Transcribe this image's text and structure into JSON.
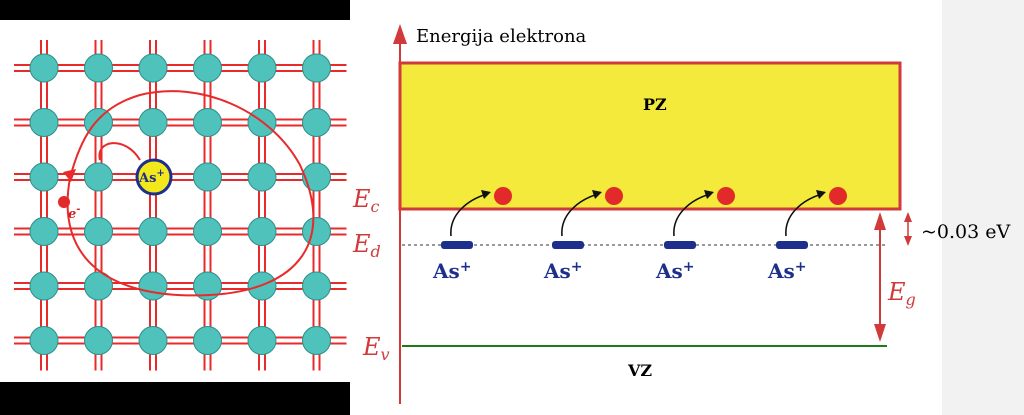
{
  "lattice": {
    "rows": 6,
    "cols": 6,
    "atom_color": "#4ec2bb",
    "bond_color": "#e82a2a",
    "dopant_ion": "As",
    "dopant_charge": "+",
    "electron_label": "e",
    "electron_charge": "-",
    "dopant_color": "#f3e81c"
  },
  "band": {
    "axis_title": "Energija elektrona",
    "conduction_band": "PZ",
    "valence_band": "VZ",
    "levels": {
      "Ec": {
        "main": "E",
        "sub": "c"
      },
      "Ed": {
        "main": "E",
        "sub": "d"
      },
      "Ev": {
        "main": "E",
        "sub": "v"
      },
      "Eg": {
        "main": "E",
        "sub": "g"
      }
    },
    "donor_gap": "~0.03 eV",
    "donor_ion": "As",
    "donor_charge": "+",
    "donor_count": 4,
    "colors": {
      "conduction_fill": "#f3ea3c",
      "band_edge": "#d13a3a",
      "valence_line": "#1d7a1d",
      "donor_level": "#1c2f8c",
      "electron": "#e32a2a"
    }
  }
}
